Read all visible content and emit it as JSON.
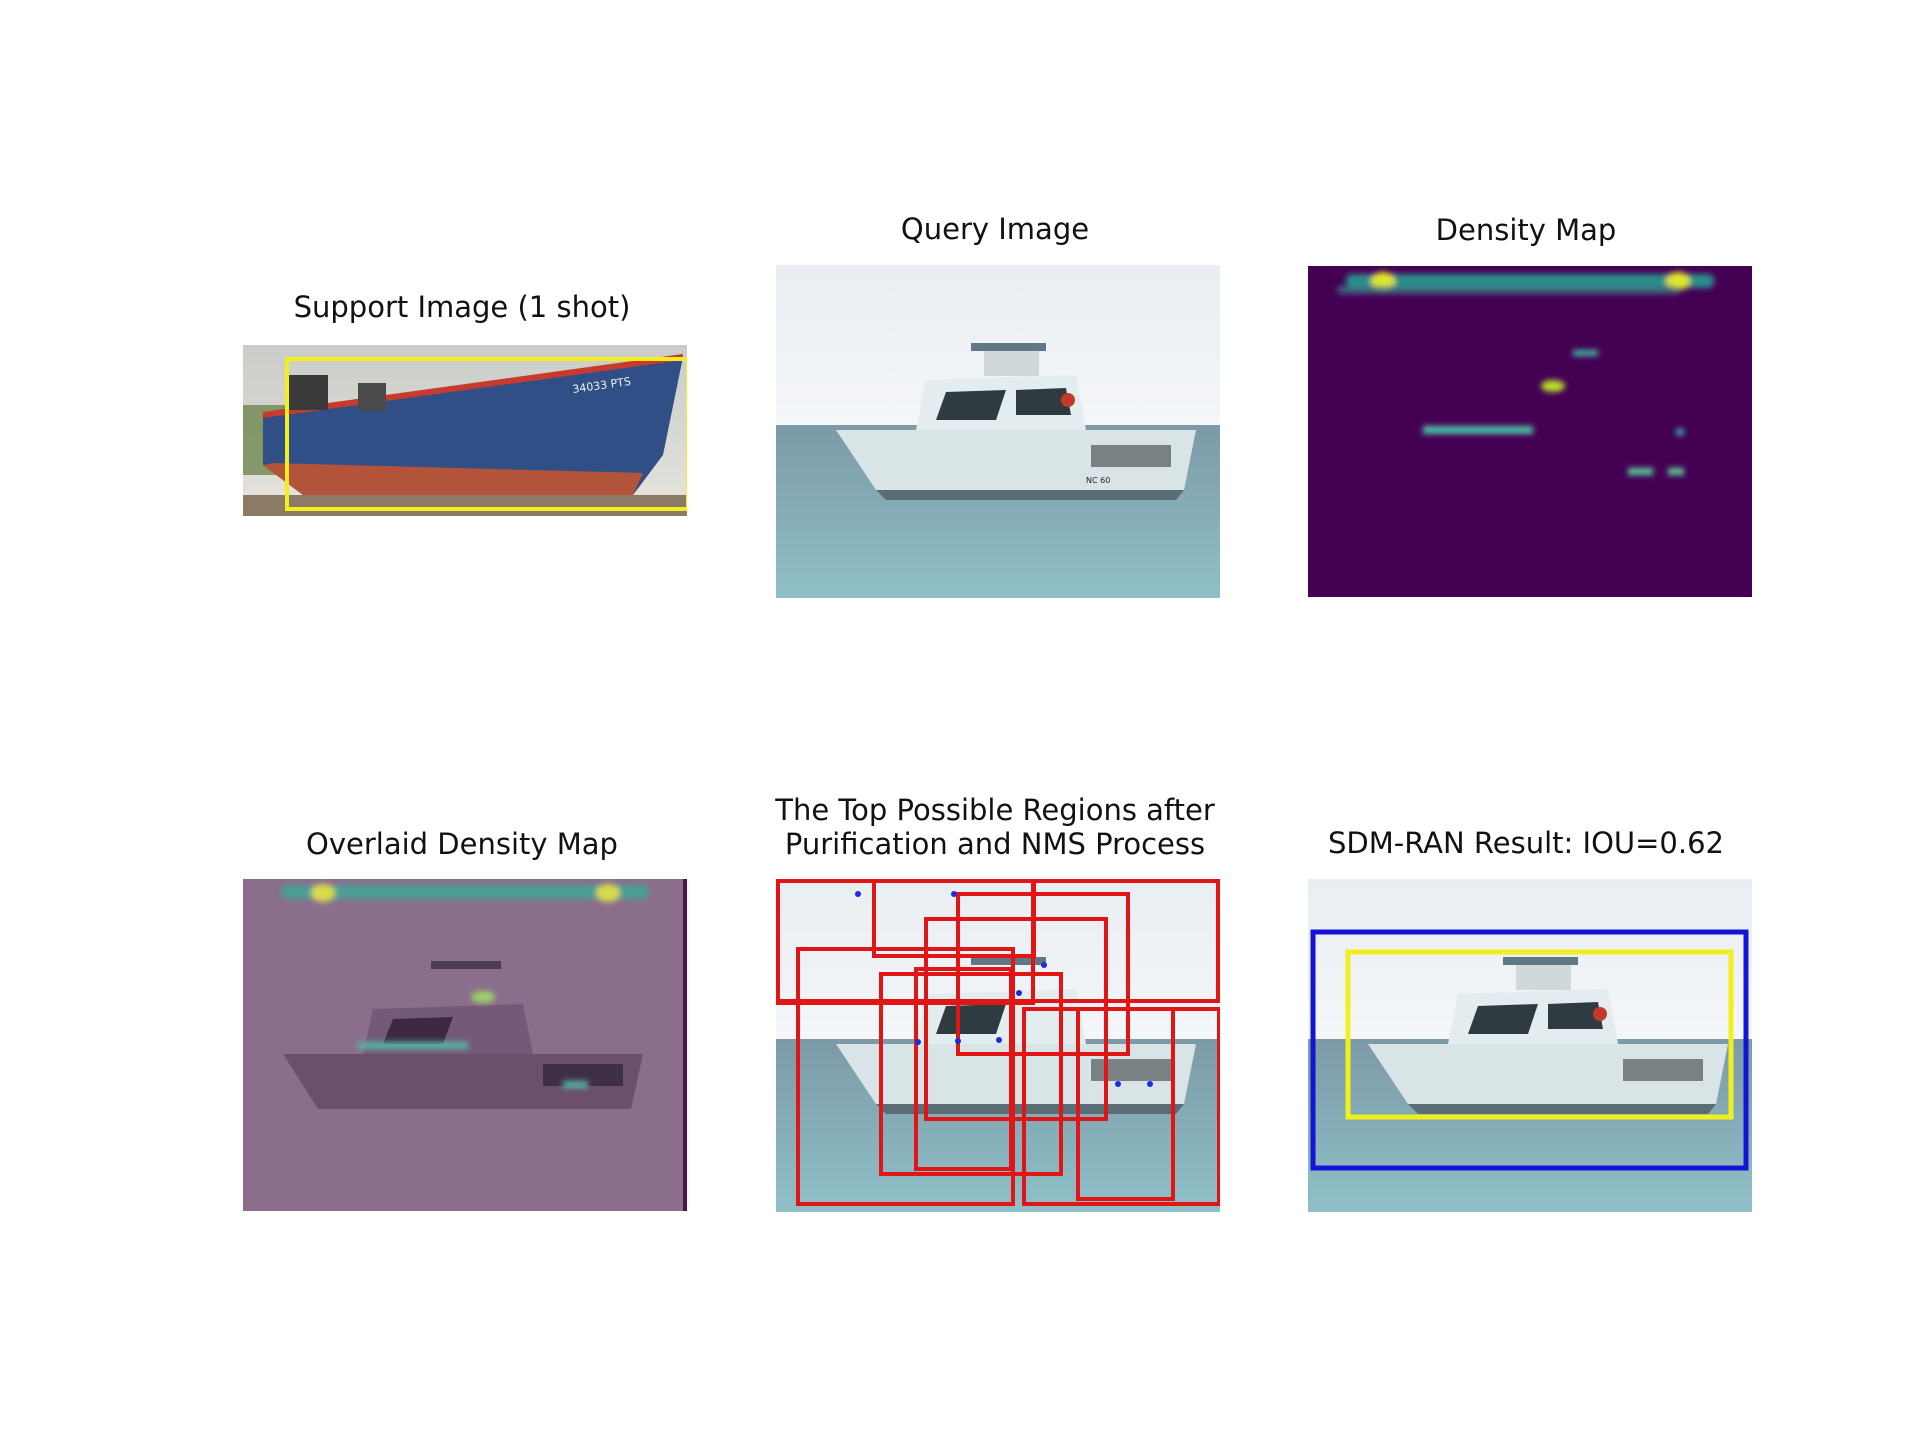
{
  "panels": {
    "support": {
      "title": "Support Image (1 shot)",
      "boat_registration": "34033 PTS"
    },
    "query": {
      "title": "Query Image",
      "boat_name": "NC 60"
    },
    "density": {
      "title": "Density Map"
    },
    "overlay": {
      "title": "Overlaid Density Map"
    },
    "regions": {
      "title": "The Top Possible Regions after\nPurification and NMS Process"
    },
    "result": {
      "title": "SDM-RAN Result: IOU=0.62"
    }
  },
  "colors": {
    "support_box": "#f2ef1f",
    "region_box": "#e01515",
    "point": "#1a2be0",
    "prediction_box": "#1414d6",
    "ground_truth_box": "#f2ef1f",
    "density_background": "#440154",
    "overlay_tint": "#6a2a6e"
  }
}
